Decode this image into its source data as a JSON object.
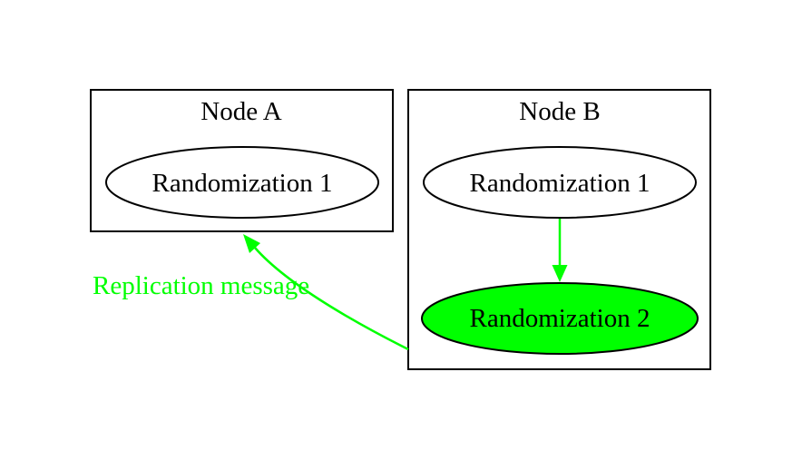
{
  "colors": {
    "accent_green": "#00ff00",
    "stroke_black": "#000000",
    "node_fill": "#ffffff",
    "background": "#ffffff"
  },
  "node_a": {
    "title": "Node A",
    "randomization_1": "Randomization 1"
  },
  "node_b": {
    "title": "Node B",
    "randomization_1": "Randomization 1",
    "randomization_2": "Randomization 2"
  },
  "edges": {
    "replication_label": "Replication message"
  }
}
